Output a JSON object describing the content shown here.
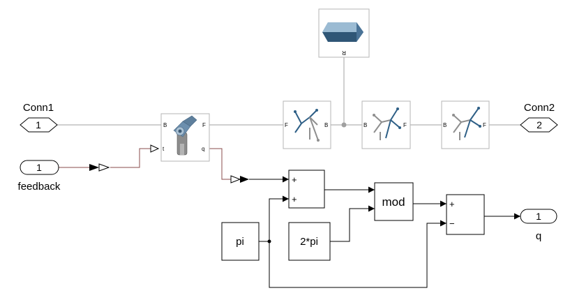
{
  "blocks": {
    "conn1": {
      "number": "1",
      "label": "Conn1"
    },
    "conn2": {
      "number": "2",
      "label": "Conn2"
    },
    "feedback": {
      "number": "1",
      "label": "feedback"
    },
    "outport_q": {
      "number": "1",
      "label": "q"
    },
    "solid": {
      "port_r": "R"
    },
    "joint": {
      "port_b": "B",
      "port_f": "F",
      "port_t": "t",
      "port_q": "q"
    },
    "transform1": {
      "port_b": "B",
      "port_f": "F"
    },
    "transform2": {
      "port_b": "B",
      "port_f": "F"
    },
    "transform3": {
      "port_b": "B",
      "port_f": "F"
    },
    "sum1": {
      "sign1": "+",
      "sign2": "+"
    },
    "sum2": {
      "sign1": "+",
      "sign2": "−"
    },
    "mod": {
      "text": "mod"
    },
    "pi": {
      "text": "pi"
    },
    "two_pi": {
      "text": "2*pi"
    }
  },
  "colors": {
    "signal_line": "#000000",
    "physical_line": "#a0a0a0",
    "converter_line": "#8a4b4b",
    "frame_arrow_blue": "#2e5f86",
    "frame_arrow_gray": "#8f8f8f",
    "solid_face": "#7fa6c2"
  },
  "icons": [
    "solid-block-icon",
    "revolute-joint-icon",
    "rigid-transform-icon"
  ]
}
